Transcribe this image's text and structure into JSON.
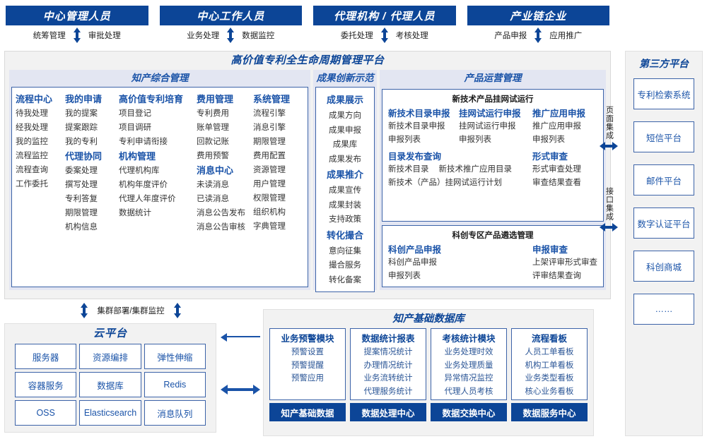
{
  "roles": [
    {
      "title": "中心管理人员",
      "left": "统筹管理",
      "right": "审批处理"
    },
    {
      "title": "中心工作人员",
      "left": "业务处理",
      "right": "数据监控"
    },
    {
      "title": "代理机构 / 代理人员",
      "left": "委托处理",
      "right": "考核处理"
    },
    {
      "title": "产业链企业",
      "left": "产品申报",
      "right": "应用推广"
    }
  ],
  "platform": {
    "title": "高价值专利全生命周期管理平台",
    "groups": {
      "zcgl": {
        "title": "知产综合管理",
        "columns": [
          {
            "blocks": [
              {
                "head": "流程中心",
                "items": [
                  "待我处理",
                  "经我处理",
                  "我的监控",
                  "流程监控",
                  "流程查询",
                  "工作委托"
                ]
              }
            ]
          },
          {
            "blocks": [
              {
                "head": "我的申请",
                "items": [
                  "我的提案",
                  "提案跟踪",
                  "我的专利"
                ]
              },
              {
                "head": "代理协同",
                "items": [
                  "委案处理",
                  "撰写处理",
                  "专利答复",
                  "期限管理",
                  "机构信息"
                ]
              }
            ]
          },
          {
            "blocks": [
              {
                "head": "高价值专利培育",
                "items": [
                  "项目登记",
                  "项目调研",
                  "专利申请衔接"
                ]
              },
              {
                "head": "机构管理",
                "items": [
                  "代理机构库",
                  "机构年度评价",
                  "代理人年度评价",
                  "数据统计"
                ]
              }
            ]
          },
          {
            "blocks": [
              {
                "head": "费用管理",
                "items": [
                  "专利费用",
                  "账单管理",
                  "回款记账",
                  "费用预警"
                ]
              },
              {
                "head": "消息中心",
                "items": [
                  "未读消息",
                  "已读消息",
                  "消息公告发布",
                  "消息公告审核"
                ]
              }
            ]
          },
          {
            "blocks": [
              {
                "head": "系统管理",
                "items": [
                  "流程引擎",
                  "消息引擎",
                  "期限管理",
                  "费用配置",
                  "资源管理",
                  "用户管理",
                  "权限管理",
                  "组织机构",
                  "字典管理"
                ]
              }
            ]
          }
        ]
      },
      "cgcx": {
        "title": "成果创新示范",
        "blocks": [
          {
            "head": "成果展示",
            "items": [
              "成果方向",
              "成果申报",
              "成果库",
              "成果发布"
            ]
          },
          {
            "head": "成果推介",
            "items": [
              "成果宣传",
              "成果封装",
              "支持政策"
            ]
          },
          {
            "head": "转化撮合",
            "items": [
              "意向征集",
              "撮合服务",
              "转化备案"
            ]
          }
        ]
      },
      "cpyy": {
        "title": "产品运营管理",
        "box1": {
          "title": "新技术产品挂网试运行",
          "tri": [
            {
              "head": "新技术目录申报",
              "items": [
                "新技术目录申报",
                "申报列表"
              ]
            },
            {
              "head": "挂网试运行申报",
              "items": [
                "挂网试运行申报",
                "申报列表"
              ]
            },
            {
              "head": "推广应用申报",
              "items": [
                "推广应用申报",
                "申报列表"
              ]
            }
          ],
          "duo": {
            "left": {
              "head": "目录发布查询",
              "row1a": "新技术目录",
              "row1b": "新技术推广应用目录",
              "row2": "新技术（产品）挂网试运行计划"
            },
            "right": {
              "head": "形式审查",
              "items": [
                "形式审查处理",
                "审查结果查看"
              ]
            }
          }
        },
        "box2": {
          "title": "科创专区产品遴选管理",
          "duo": [
            {
              "head": "科创产品申报",
              "items": [
                "科创产品申报",
                "申报列表"
              ]
            },
            {
              "head": "申报审查",
              "items": [
                "上架评审形式审查",
                "评审结果查询"
              ]
            }
          ]
        }
      }
    }
  },
  "integration": {
    "top": "页面集成",
    "bottom": "接口集成"
  },
  "third_party": {
    "title": "第三方平台",
    "items": [
      "专利检索系统",
      "短信平台",
      "邮件平台",
      "数字认证平台",
      "科创商城",
      "……"
    ]
  },
  "cluster_label": "集群部署/集群监控",
  "cloud": {
    "title": "云平台",
    "cells": [
      "服务器",
      "资源编排",
      "弹性伸缩",
      "容器服务",
      "数据库",
      "Redis",
      "OSS",
      "Elasticsearch",
      "消息队列"
    ]
  },
  "db": {
    "title": "知产基础数据库",
    "columns": [
      {
        "head": "业务预警模块",
        "items": [
          "预警设置",
          "预警提醒",
          "预警应用"
        ],
        "bar": "知产基础数据"
      },
      {
        "head": "数据统计报表",
        "items": [
          "提案情况统计",
          "办理情况统计",
          "业务流转统计",
          "代理服务统计"
        ],
        "bar": "数据处理中心"
      },
      {
        "head": "考核统计模块",
        "items": [
          "业务处理时效",
          "业务处理质量",
          "异常情况监控",
          "代理人员考核"
        ],
        "bar": "数据交换中心"
      },
      {
        "head": "流程看板",
        "items": [
          "人员工单看板",
          "机构工单看板",
          "业务类型看板",
          "核心业务看板"
        ],
        "bar": "数据服务中心"
      }
    ]
  },
  "colors": {
    "brand_blue": "#0c4597",
    "text_blue": "#1a53a8",
    "panel_gray": "#f2f2f2",
    "group_bg": "#e3e6f2"
  }
}
